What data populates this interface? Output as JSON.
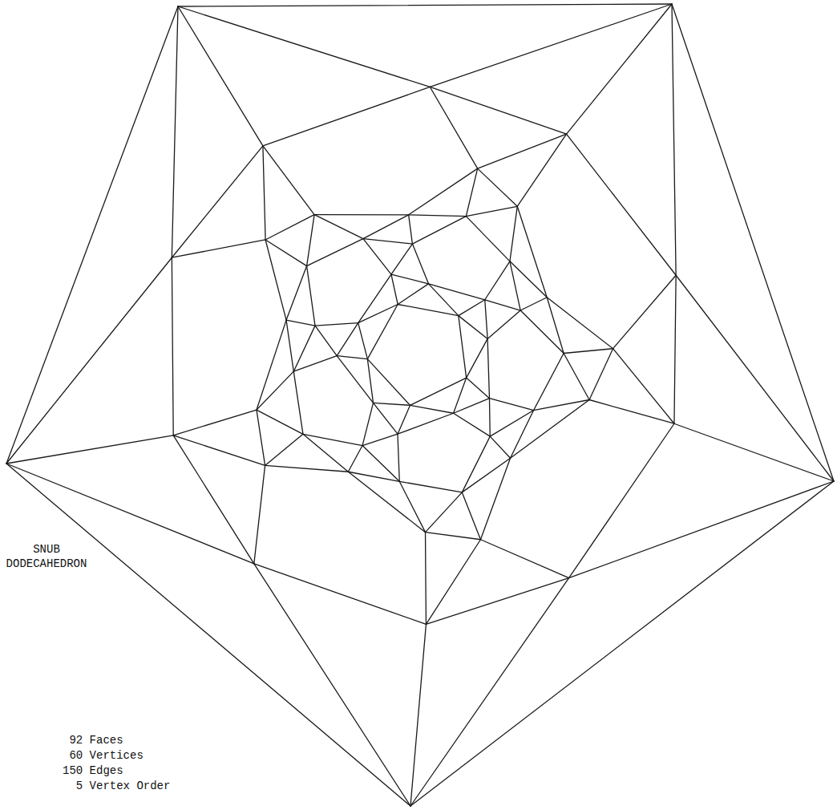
{
  "diagram": {
    "labels": [
      "SNUB DODECAHEDRON",
      "92 Faces",
      "60 Vertices",
      "150 Edges",
      "5 Vertex Order"
    ]
  }
}
